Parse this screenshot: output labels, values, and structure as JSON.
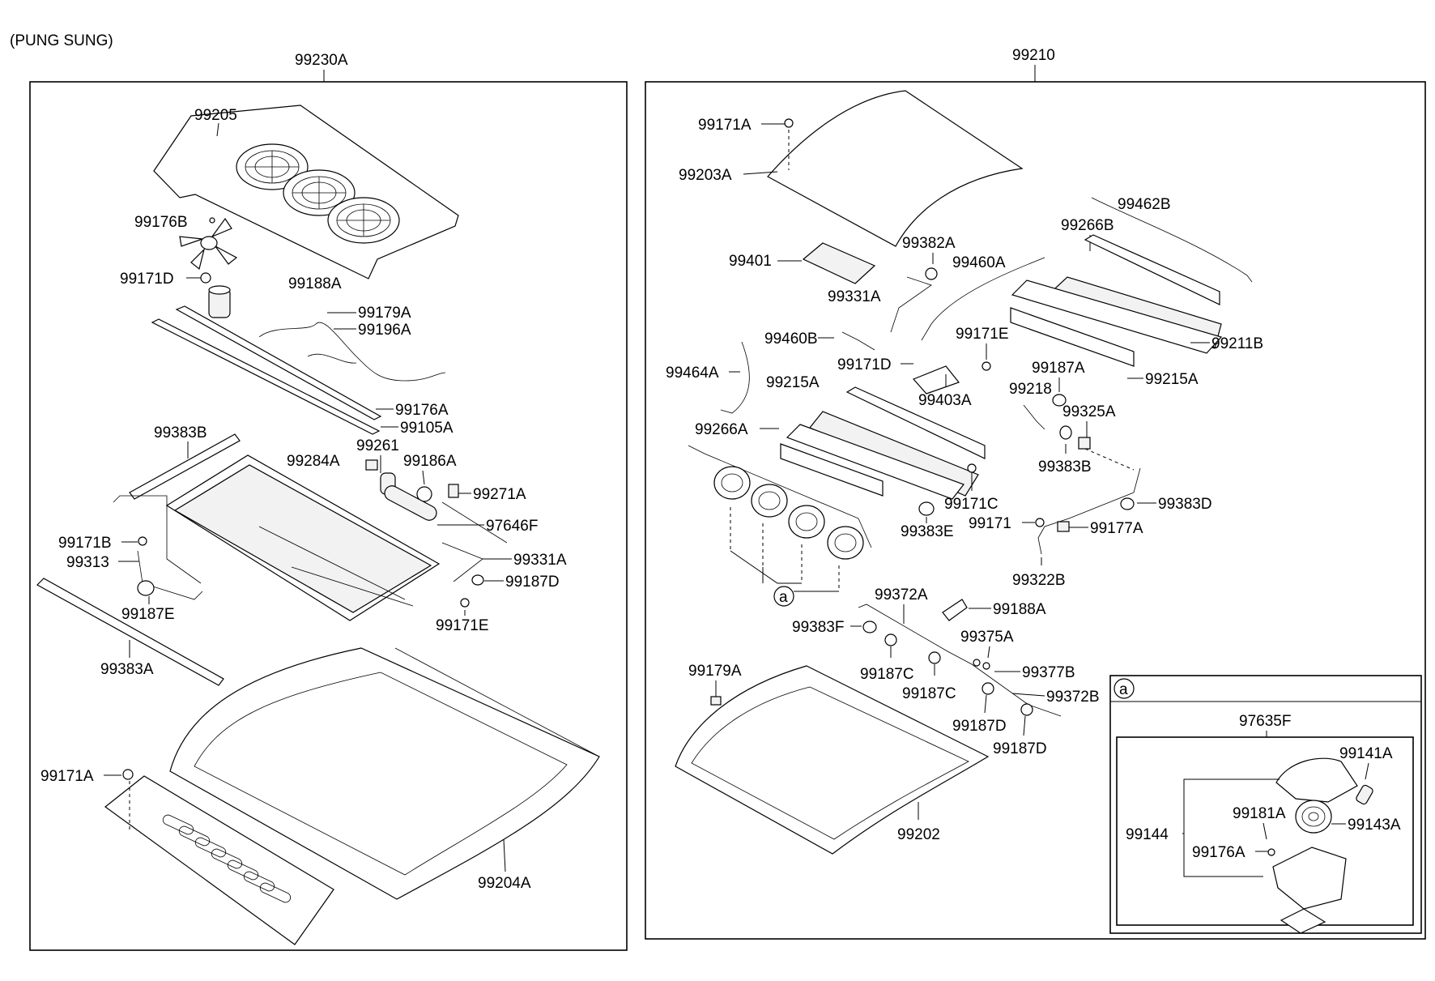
{
  "header": {
    "variant": "(PUNG SUNG)"
  },
  "left_assembly": {
    "number": "99230A"
  },
  "right_assembly": {
    "number": "99210"
  },
  "left_labels": [
    "99205",
    "99176B",
    "99171D",
    "99188A",
    "99179A",
    "99196A",
    "99176A",
    "99105A",
    "99383B",
    "99261",
    "99284A",
    "99186A",
    "99271A",
    "97646F",
    "99171B",
    "99313",
    "99331A",
    "99187D",
    "99187E",
    "99171E",
    "99383A",
    "99171A",
    "99204A"
  ],
  "right_labels": [
    "99171A",
    "99203A",
    "99462B",
    "99266B",
    "99382A",
    "99460A",
    "99401",
    "99331A",
    "99211B",
    "99460B",
    "99171E",
    "99171D",
    "99187A",
    "99215A",
    "99464A",
    "99215A",
    "99218",
    "99403A",
    "99325A",
    "99266A",
    "99383B",
    "99383D",
    "99171C",
    "99383E",
    "99171",
    "99177A",
    "99322B",
    "99372A",
    "99188A",
    "99383F",
    "99375A",
    "99187C",
    "99187C",
    "99377B",
    "99179A",
    "99372B",
    "99187D",
    "99187D",
    "99202"
  ],
  "callout": {
    "ref": "a",
    "box_ref": "a",
    "assembly": "97635F",
    "labels": [
      "99141A",
      "99181A",
      "99143A",
      "99144",
      "99176A"
    ]
  },
  "icons": [
    "fan-grille-icon",
    "fan-blade-icon",
    "blower-motor-icon",
    "bolt-icon",
    "clip-icon",
    "radiator-core-icon",
    "hose-icon"
  ]
}
